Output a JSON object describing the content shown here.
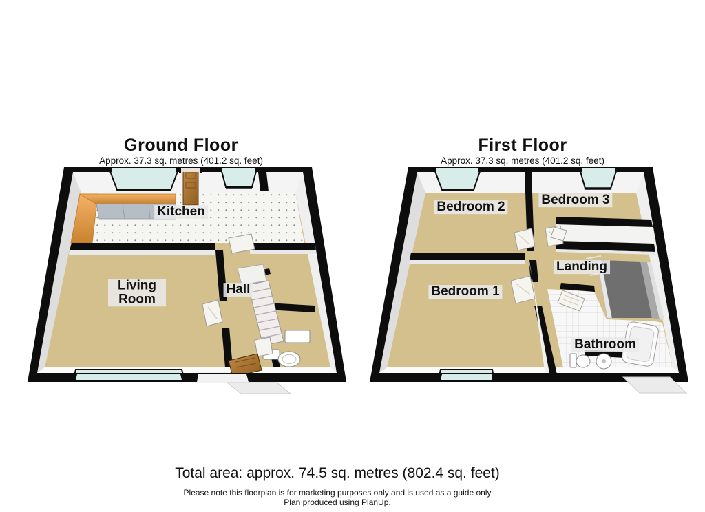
{
  "floors": [
    {
      "title": "Ground Floor",
      "area_note": "Approx. 37.3 sq. metres (401.2 sq. feet)",
      "rooms": [
        {
          "label": "Kitchen"
        },
        {
          "label": "Living Room"
        },
        {
          "label": "Hall"
        }
      ]
    },
    {
      "title": "First Floor",
      "area_note": "Approx. 37.3 sq. metres (401.2 sq. feet)",
      "rooms": [
        {
          "label": "Bedroom 2"
        },
        {
          "label": "Bedroom 3"
        },
        {
          "label": "Bedroom 1"
        },
        {
          "label": "Landing"
        },
        {
          "label": "Bathroom"
        }
      ]
    }
  ],
  "footer": {
    "total_area": "Total area: approx. 74.5 sq. metres (802.4 sq. feet)",
    "disclaimer": "Please note this floorplan is for marketing purposes only and is used as a guide only",
    "credit": "Plan produced using PlanUp."
  },
  "colors": {
    "wall": "#0d0d0d",
    "carpet": "#d3c08d",
    "hall_carpet": "#cdb983",
    "kitchen_tile": "#f5f5f2",
    "counter_wood": "#eca24f",
    "counter_units": "#b7bdc4",
    "window_glass": "#d8ecea",
    "door_wood": "#a97434",
    "white_door": "#f6f4ef",
    "stair_void": "#6f6f6f",
    "bathroom_tile": "#f7f7f7",
    "label_bg": "#e9e9e9",
    "text": "#111111"
  }
}
